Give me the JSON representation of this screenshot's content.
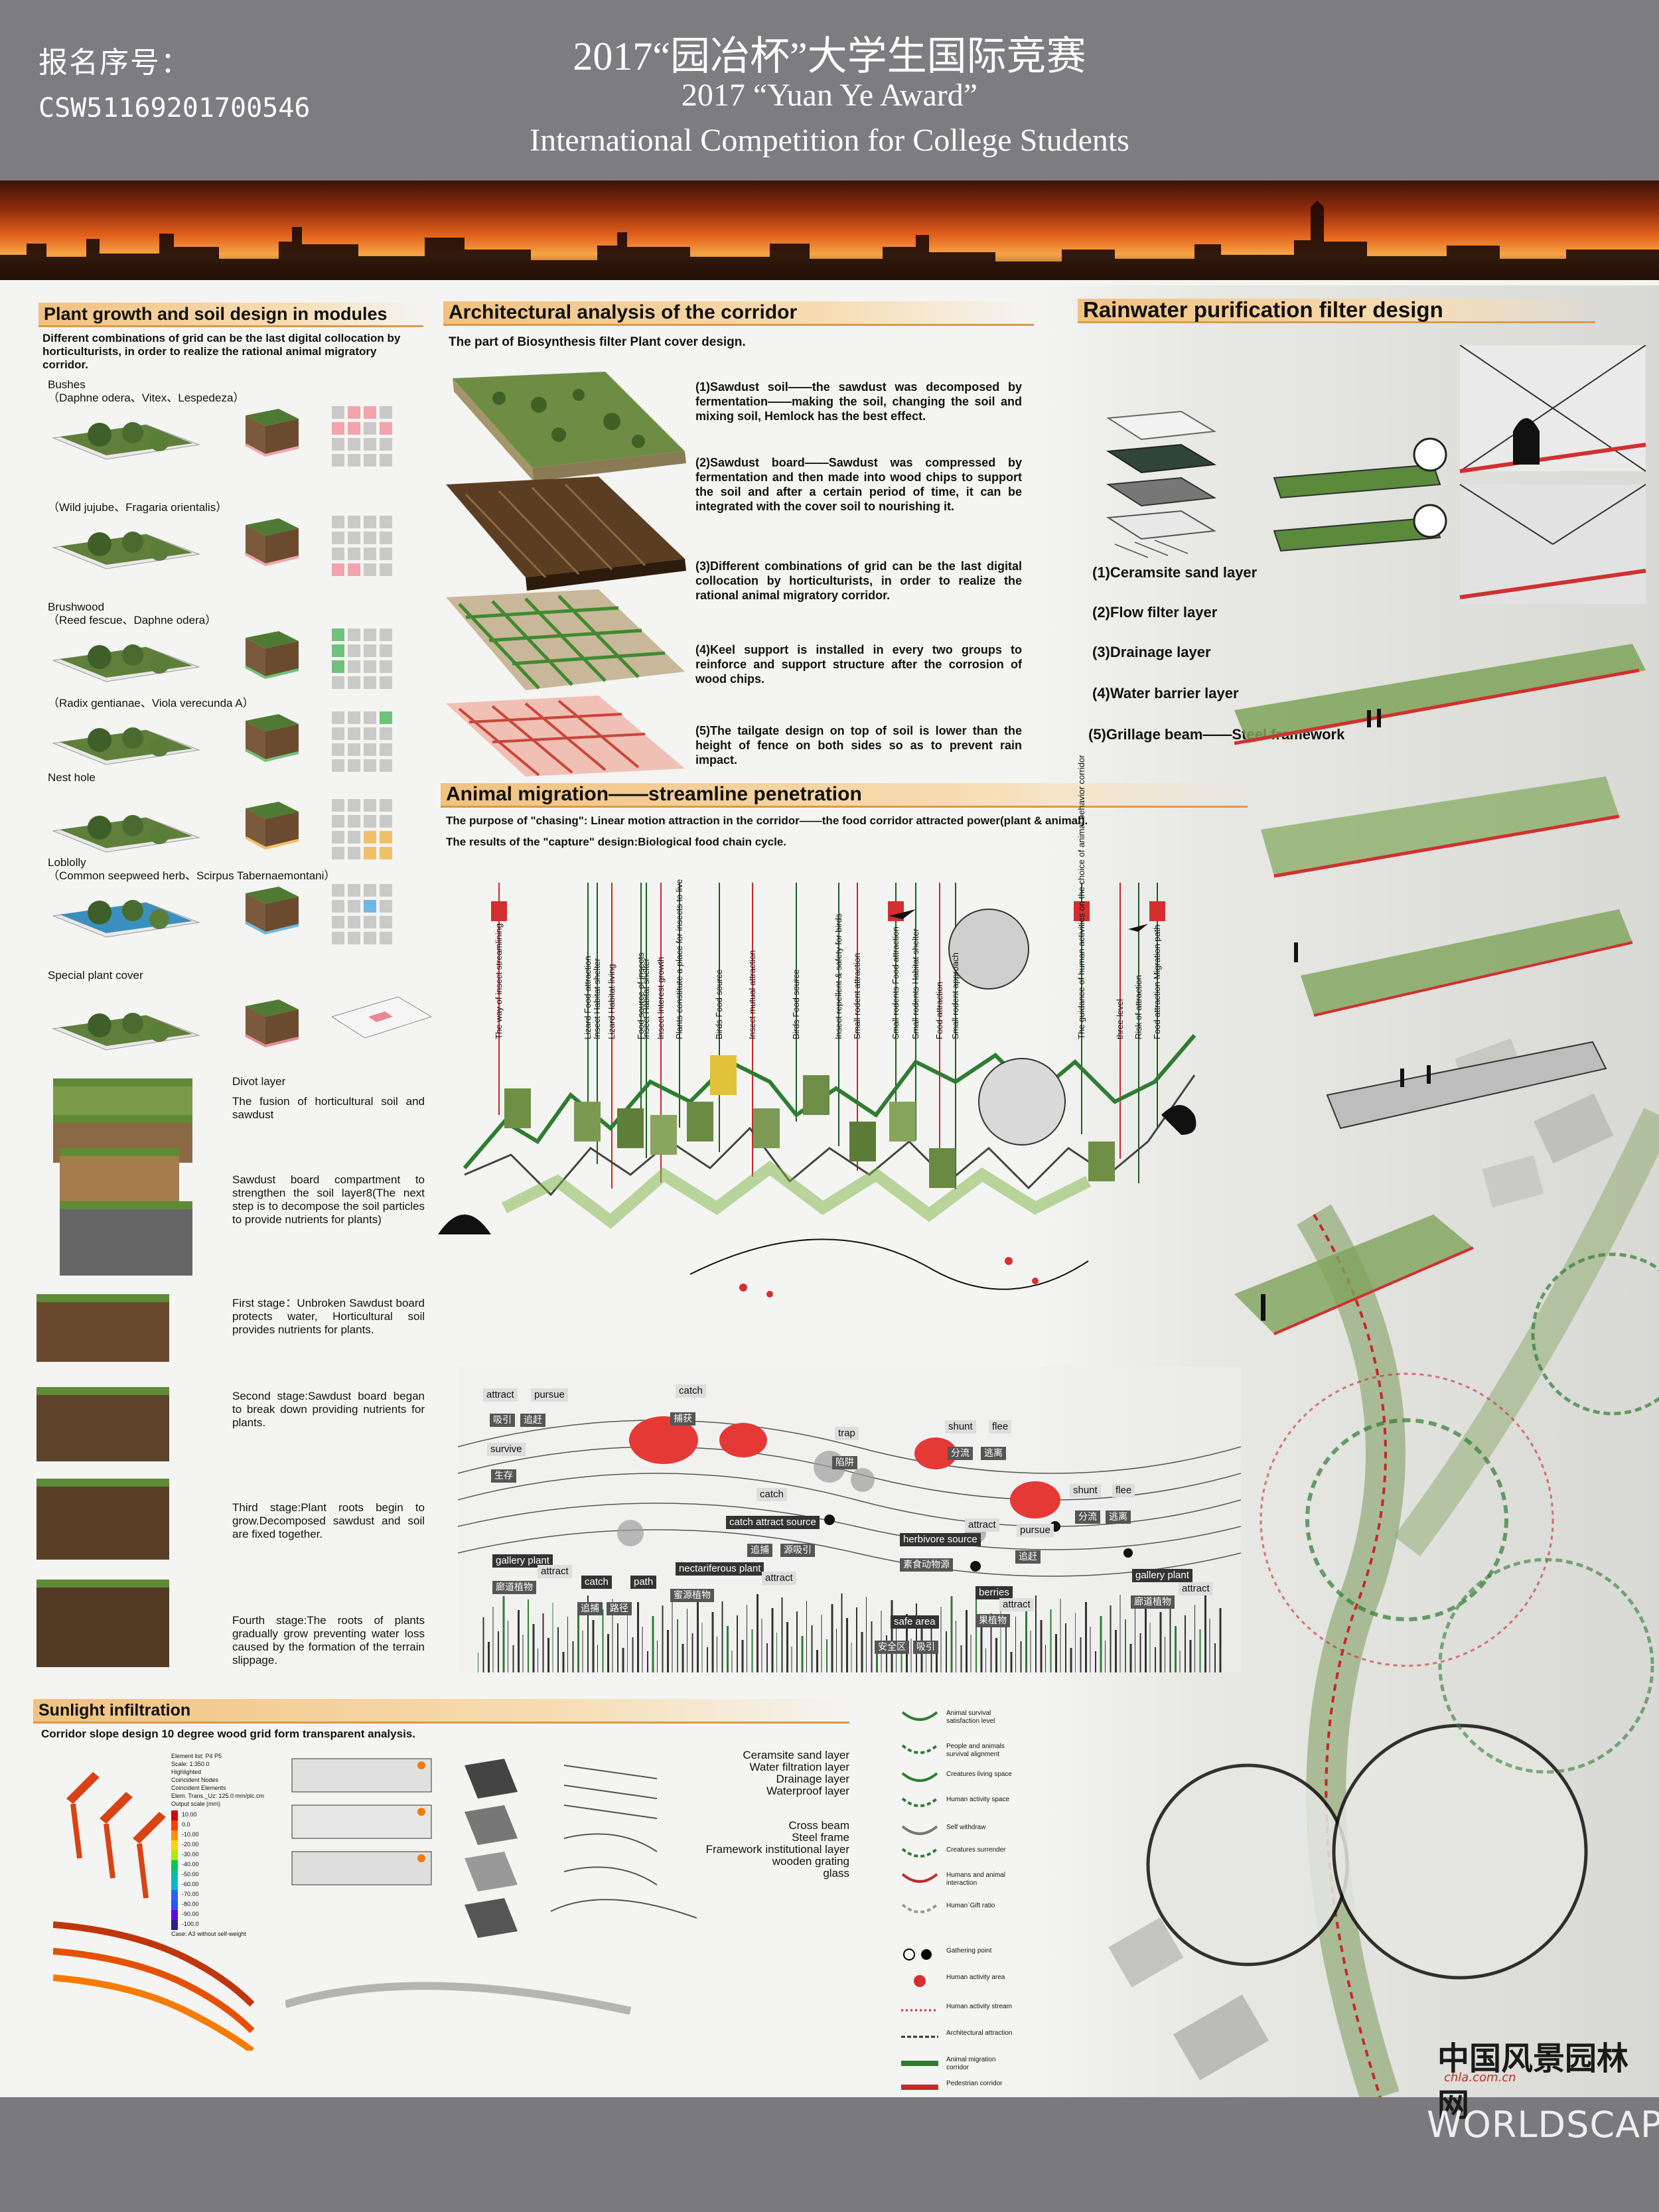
{
  "header": {
    "reg_label": "报名序号：",
    "reg_number": "CSW51169201700546",
    "title_cn": "2017“园冶杯”大学生国际竞赛",
    "title_en_1": "2017 “Yuan Ye Award”",
    "title_en_2": "International Competition for College Students"
  },
  "plant_section": {
    "title": "Plant growth and soil design in modules",
    "intro": "Different combinations of grid can be the last digital collocation by horticulturists, in order to realize the rational animal migratory corridor.",
    "modules": [
      {
        "label": "Bushes",
        "sublabel": "（Daphne odera、Vitex、Lespedeza）",
        "grid_color": "#f4a3ab",
        "grid_cells": [
          1,
          2,
          4,
          5,
          7
        ]
      },
      {
        "label": "",
        "sublabel": "（Wild jujube、Fragaria orientalis）",
        "grid_color": "#f4a3ab",
        "grid_cells": [
          12,
          13
        ]
      },
      {
        "label": "Brushwood",
        "sublabel": "（Reed fescue、Daphne odera）",
        "grid_color": "#6fc27b",
        "grid_cells": [
          0,
          4,
          8
        ]
      },
      {
        "label": "",
        "sublabel": "（Radix gentianae、Viola verecunda A）",
        "grid_color": "#6fc27b",
        "grid_cells": [
          3
        ]
      },
      {
        "label": "Nest hole",
        "sublabel": "",
        "grid_color": "#f3c06a",
        "grid_cells": [
          10,
          11,
          14,
          15
        ]
      },
      {
        "label": "Loblolly",
        "sublabel": "（Common seepweed herb、Scirpus Tabernaemontani）",
        "grid_color": "#6fb8e6",
        "grid_cells": [
          6
        ]
      },
      {
        "label": "Special plant cover",
        "sublabel": "",
        "grid_color": "#e88890",
        "grid_cells": []
      }
    ],
    "layers": [
      {
        "text": "Divot layer"
      },
      {
        "text": "The fusion of horticultural soil and sawdust"
      },
      {
        "text": "Sawdust board compartment to strengthen the soil layer8(The next step is to decompose the soil particles to provide nutrients for plants)"
      },
      {
        "text": "First stage：Unbroken Sawdust board protects water, Horticultural soil provides nutrients for plants."
      },
      {
        "text": "Second stage:Sawdust board began to break down providing nutrients for plants."
      },
      {
        "text": "Third stage:Plant roots begin to grow.Decomposed sawdust and soil are fixed together."
      },
      {
        "text": "Fourth stage:The roots of plants gradually grow preventing water loss caused by the formation of the terrain slippage."
      }
    ]
  },
  "corridor_section": {
    "title": "Architectural analysis of the corridor",
    "intro": "The part of Biosynthesis filter Plant cover design.",
    "points": [
      "(1)Sawdust soil——the sawdust was decomposed by fermentation——making the soil, changing the soil and mixing soil, Hemlock has the best effect.",
      "(2)Sawdust board——Sawdust was compressed by fermentation and then made into wood chips to support the soil and after a certain period of time, it can be integrated with the cover soil to nourishing it.",
      "(3)Different combinations of grid can be the last digital collocation by horticulturists, in order to realize the rational animal migratory corridor.",
      "(4)Keel support is installed in every two groups to reinforce and support structure after the corrosion of wood chips.",
      "(5)The tailgate design on top of soil is lower than the height of fence on both sides so as to prevent rain impact."
    ]
  },
  "rain_section": {
    "title": "Rainwater purification filter design",
    "layers": [
      "(1)Ceramsite sand layer",
      "(2)Flow filter layer",
      "(3)Drainage layer",
      "(4)Water barrier layer",
      "(5)Grillage beam——Steel framework"
    ]
  },
  "animal_section": {
    "title": "Animal migration——streamline penetration",
    "line1": "The purpose of \"chasing\": Linear motion attraction in the corridor——the food corridor attracted power(plant & animal).",
    "line2": "The results of the \"capture\" design:Biological food chain cycle.",
    "vertical_labels": [
      "The way of insect streamlining",
      "Lizard Food attraction",
      "Insect Habitat shelter",
      "Lizard Habitat living",
      "Food source of insects",
      "Insect Habitat shelter",
      "Insect Interest growth",
      "Plants constitute a place for insects to live",
      "Birds Food source",
      "Insect mutual attraction",
      "Birds Food source",
      "Insect repellent & safety for birds",
      "Small rodent attraction",
      "Small rodents Food attraction",
      "Small rodents Habitat shelter",
      "Food attraction",
      "Small rodent approach",
      "The guidance of human activities on the choice of animal behavior corridor",
      "three-level",
      "Risk of attraction",
      "Food attraction Migration path"
    ],
    "tags": {
      "attract": "attract",
      "pursue": "pursue",
      "cn_attract": "吸引",
      "cn_pursue": "追赶",
      "survive": "survive",
      "cn_survive": "生存",
      "catch": "catch",
      "cn_catch": "捕获",
      "trap": "trap",
      "cn_trap": "陷阱",
      "shunt": "shunt",
      "flee": "flee",
      "cn_shunt": "分流",
      "cn_flee": "逃离",
      "catch_attract_source": "catch attract source",
      "cn_catch_source": "追捕",
      "cn_source": "源吸引",
      "herbivore_source": "herbivore source",
      "cn_herbivore": "素食动物源",
      "gallery_plant": "gallery plant",
      "cn_gallery": "廊道植物",
      "path": "path",
      "cn_path": "路径",
      "nectariferous_plant": "nectariferous plant",
      "cn_nectar": "蜜源植物",
      "safe_area": "safe area",
      "cn_safe": "安全区",
      "berries": "berries",
      "cn_berries": "果植物"
    }
  },
  "sunlight_section": {
    "title": "Sunlight infiltration",
    "intro": "Corridor slope design 10 degree wood grid form transparent analysis.",
    "analysis_lines": [
      "Element list: P4 P5",
      "Scale: 1:350.0",
      "Highlighted",
      "Coincident Nodes",
      "Coincident Elements",
      "Elem. Trans._Uz: 125.0 mm/plc.cm",
      "Output scale (mm)"
    ],
    "scale_values": [
      "10.00",
      "0.0",
      "-10.00",
      "-20.00",
      "-30.00",
      "-40.00",
      "-50.00",
      "-60.00",
      "-70.00",
      "-80.00",
      "-90.00",
      "-100.0"
    ],
    "analysis_footer": "Case: A3 without self-weight",
    "layers_right_1": [
      "Ceramsite sand layer",
      "Water filtration layer",
      "Drainage layer",
      "Waterproof layer"
    ],
    "layers_right_2": [
      "Cross beam",
      "Steel frame",
      "Framework institutional layer",
      "wooden grating",
      "glass"
    ]
  },
  "legend": [
    {
      "text": "Animal survival satisfaction level",
      "color": "#2e7d32"
    },
    {
      "text": "People and animals survival alignment",
      "color": "#2e7d32"
    },
    {
      "text": "Creatures living space",
      "color": "#2e7d32"
    },
    {
      "text": "Human activity space",
      "color": "#2e7d32"
    },
    {
      "text": "Self withdraw",
      "color": "#777777"
    },
    {
      "text": "Creatures surrender",
      "color": "#2e7d32"
    },
    {
      "text": "Humans and animal interaction",
      "color": "#c62828"
    },
    {
      "text": "Human`Gift ratio",
      "color": "#999999"
    },
    {
      "text": "Gathering point",
      "color": "#000000"
    },
    {
      "text": "Human activity area",
      "color": "#d32f2f"
    },
    {
      "text": "Human activity stream",
      "color": "#d32f2f"
    },
    {
      "text": "Architectural attraction",
      "color": "#333333"
    },
    {
      "text": "Animal migration corridor",
      "color": "#2e7d32"
    },
    {
      "text": "Pedestrian corridor",
      "color": "#c62828"
    }
  ],
  "watermark": {
    "cn": "中国风景园林网",
    "url": "chla.com.cn",
    "brand": "WORLDSCAPE"
  }
}
